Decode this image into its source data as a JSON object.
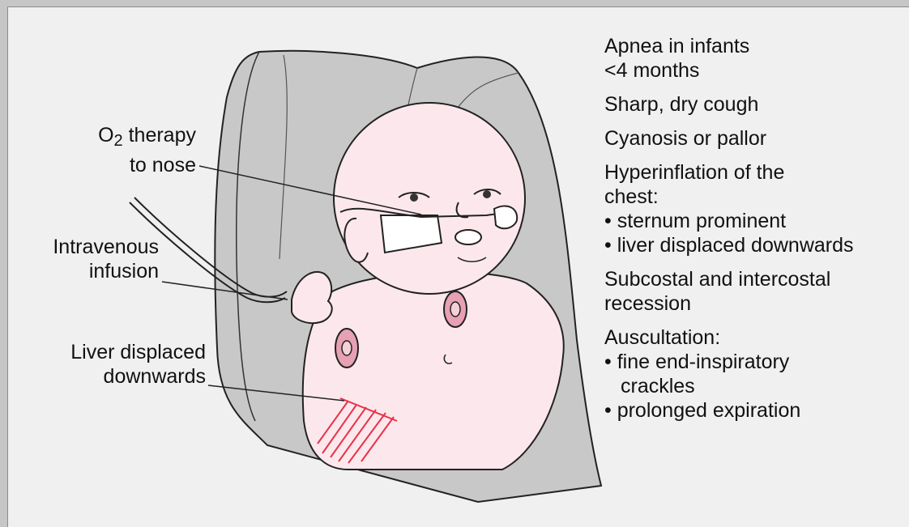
{
  "labels": {
    "o2_prefix": "O",
    "o2_subscript": "2",
    "o2_line1_rest": " therapy",
    "o2_line2": "to nose",
    "iv_line1": "Intravenous",
    "iv_line2": "infusion",
    "liver_line1": "Liver displaced",
    "liver_line2": "downwards"
  },
  "findings": [
    {
      "lines": [
        "Apnea in infants",
        "<4 months"
      ]
    },
    {
      "lines": [
        "Sharp, dry cough"
      ]
    },
    {
      "lines": [
        "Cyanosis or pallor"
      ]
    },
    {
      "lines": [
        "Hyperinflation of the",
        "chest:",
        "• sternum prominent",
        "• liver displaced downwards"
      ]
    },
    {
      "lines": [
        "Subcostal and intercostal",
        "recession"
      ]
    },
    {
      "lines": [
        "Auscultation:",
        "• fine end-inspiratory",
        "crackles",
        "• prolonged expiration"
      ]
    }
  ],
  "colors": {
    "skin": "#fce8ec",
    "hatch": "#e8324a",
    "pad": "#e8a0b4",
    "backdrop": "#c8c8c8",
    "background": "#f0f0f0"
  }
}
